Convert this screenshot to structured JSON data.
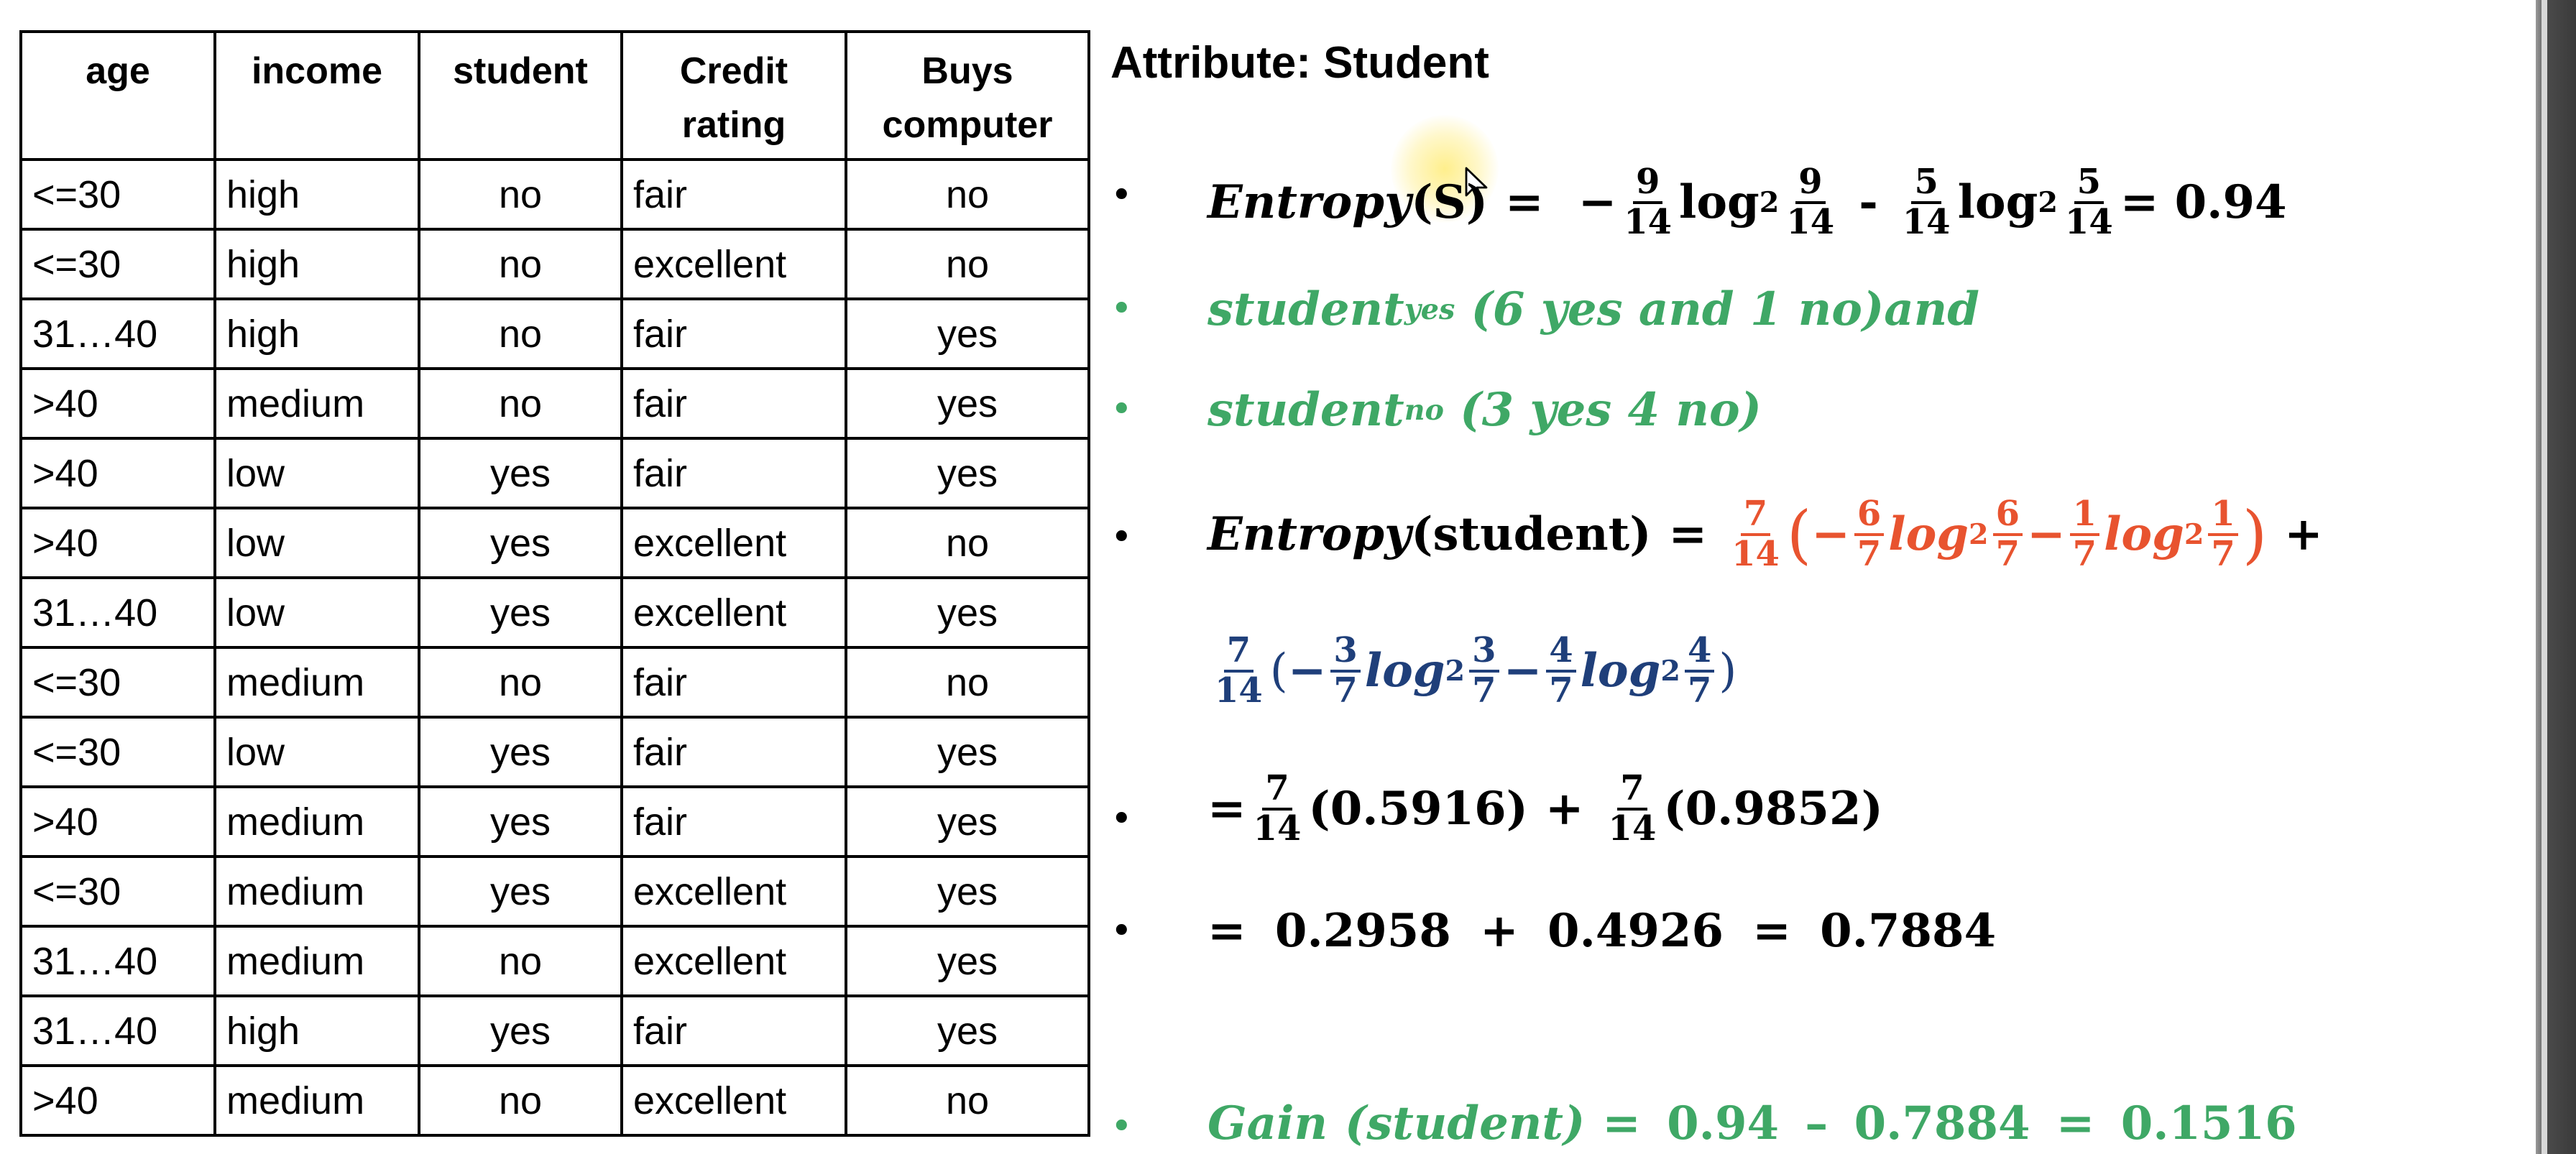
{
  "table": {
    "headers": [
      "age",
      "income",
      "student",
      "Credit rating",
      "Buys computer"
    ],
    "rows": [
      [
        "<=30",
        "high",
        "no",
        "fair",
        "no"
      ],
      [
        "<=30",
        "high",
        "no",
        "excellent",
        "no"
      ],
      [
        "31…40",
        "high",
        "no",
        "fair",
        "yes"
      ],
      [
        ">40",
        "medium",
        "no",
        "fair",
        "yes"
      ],
      [
        ">40",
        "low",
        "yes",
        "fair",
        "yes"
      ],
      [
        ">40",
        "low",
        "yes",
        "excellent",
        "no"
      ],
      [
        "31…40",
        "low",
        "yes",
        "excellent",
        "yes"
      ],
      [
        "<=30",
        "medium",
        "no",
        "fair",
        "no"
      ],
      [
        "<=30",
        "low",
        "yes",
        "fair",
        "yes"
      ],
      [
        ">40",
        "medium",
        "yes",
        "fair",
        "yes"
      ],
      [
        "<=30",
        "medium",
        "yes",
        "excellent",
        "yes"
      ],
      [
        "31…40",
        "medium",
        "no",
        "excellent",
        "yes"
      ],
      [
        "31…40",
        "high",
        "yes",
        "fair",
        "yes"
      ],
      [
        ">40",
        "medium",
        "no",
        "excellent",
        "no"
      ]
    ]
  },
  "panel": {
    "title": "Attribute: Student",
    "bullet": "•",
    "entropy_s": {
      "label": "Entropy",
      "arg": "(S)",
      "eq": "=",
      "minus": "−",
      "f1": {
        "num": "9",
        "den": "14"
      },
      "log": "log",
      "base": "2",
      "sub": "-",
      "f2": {
        "num": "5",
        "den": "14"
      },
      "result": "= 0.94"
    },
    "student_yes": {
      "word": "student",
      "sub": "yes",
      "rest": " (6 yes and 1 no)and"
    },
    "student_no": {
      "word": "student",
      "sub": "no",
      "rest": " (3 yes 4 no)"
    },
    "entropy_student": {
      "label": "Entropy",
      "arg": "(student)",
      "eq": "=",
      "weight": {
        "num": "7",
        "den": "14"
      },
      "open": "(",
      "minus": "−",
      "a1": {
        "num": "6",
        "den": "7"
      },
      "log": "log",
      "base": "2",
      "a2": {
        "num": "1",
        "den": "7"
      },
      "close": ")",
      "plus": "+",
      "b1": {
        "num": "3",
        "den": "7"
      },
      "b2": {
        "num": "4",
        "den": "7"
      }
    },
    "step1": {
      "eq": "=",
      "w1": {
        "num": "7",
        "den": "14"
      },
      "v1": "(0.5916)",
      "plus": "+",
      "w2": {
        "num": "7",
        "den": "14"
      },
      "v2": "(0.9852)"
    },
    "step2": "= 0.2958 + 0.4926 = 0.7884",
    "gain": {
      "label": "Gain",
      "arg": "(student)",
      "rest": "= 0.94 – 0.7884 = 0.1516"
    }
  }
}
